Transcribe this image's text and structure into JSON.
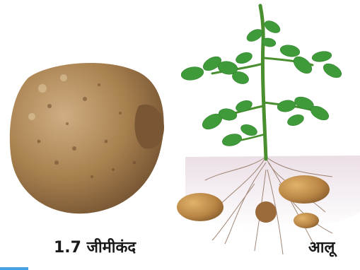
{
  "captions": {
    "left": "1.7 जीमीकंद",
    "right": "आलू"
  },
  "images": {
    "left": "yam-tuber-photo",
    "right": "potato-plant-illustration"
  },
  "colors": {
    "text": "#1a1a1a",
    "leaf": "#3f9b3a",
    "stem": "#4a8f2f",
    "tuber": "#b98545",
    "yam": "#a57c52",
    "root": "#8a6a55",
    "soil": "#efe3e8",
    "accent": "#4aa3df"
  }
}
